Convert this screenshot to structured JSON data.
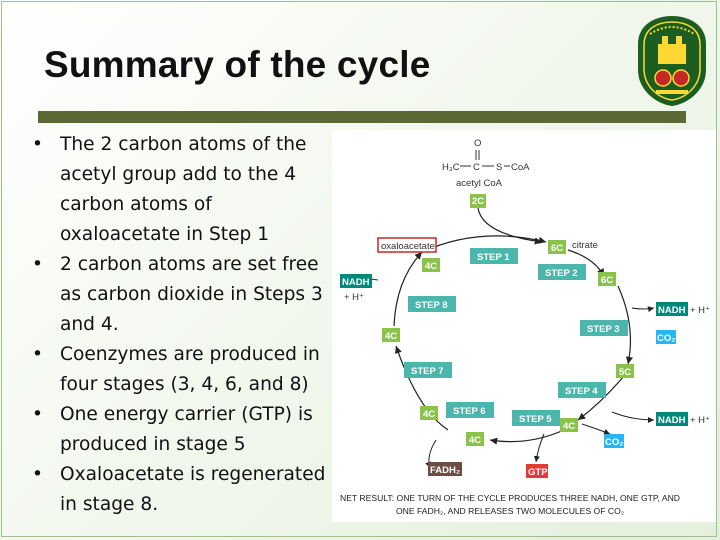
{
  "slide": {
    "title": "Summary of the cycle",
    "bullets": [
      "The 2 carbon atoms of the acetyl group add to the 4 carbon atoms of oxaloacetate in Step 1",
      "2 carbon atoms are set free as carbon dioxide in Steps 3 and 4.",
      "Coenzymes are produced in four stages (3, 4, 6, and 8)",
      "One energy carrier (GTP) is produced in stage 5",
      "Oxaloacetate is regenerated in stage 8."
    ]
  },
  "diagram": {
    "acetyl": {
      "o": "O",
      "h3c": "H₃C",
      "c": "C",
      "s": "S",
      "coa": "CoA",
      "label": "acetyl CoA"
    },
    "carbons": {
      "c2": "2C",
      "c6a": "6C",
      "c4a": "4C",
      "c6b": "6C",
      "c4b": "4C",
      "c5": "5C",
      "c4c": "4C",
      "c4d": "4C",
      "c4e": "4C"
    },
    "steps": [
      "STEP 1",
      "STEP 2",
      "STEP 3",
      "STEP 4",
      "STEP 5",
      "STEP 6",
      "STEP 7",
      "STEP 8"
    ],
    "oxaloacetate": "oxaloacetate",
    "citrate": "citrate",
    "nadh": "NADH",
    "hplus": "+ H⁺",
    "co2": "CO₂",
    "fadh2": "FADH₂",
    "gtp": "GTP",
    "net_result_1": "NET RESULT: ONE TURN OF THE CYCLE PRODUCES THREE NADH, ONE GTP, AND",
    "net_result_2": "ONE FADH₂, AND RELEASES TWO MOLECULES OF CO₂",
    "colors": {
      "step": "#4db6ac",
      "carbon": "#8bc34a",
      "nadh": "#00897b",
      "co2": "#29b6f6",
      "fadh": "#6d4c41",
      "gtp": "#e53935",
      "oxa_border": "#c62828"
    }
  },
  "logo": {
    "name": "university-crest"
  }
}
